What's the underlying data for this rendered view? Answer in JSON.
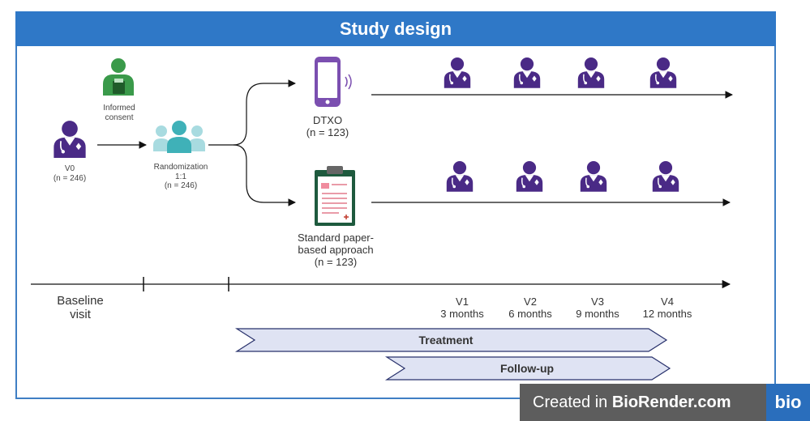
{
  "header": {
    "title": "Study design"
  },
  "consent": {
    "label": "Informed consent"
  },
  "baseline": {
    "label": "V0",
    "n": "(n = 246)"
  },
  "randomization": {
    "label": "Randomization",
    "ratio": "1:1",
    "n": "(n = 246)"
  },
  "arm_dtxo": {
    "label": "DTXO",
    "n": "(n = 123)"
  },
  "arm_paper": {
    "label": "Standard paper-based approach",
    "n": "(n = 123)"
  },
  "timeline": {
    "baseline_label": "Baseline visit",
    "visits": [
      {
        "name": "V1",
        "time": "3 months"
      },
      {
        "name": "V2",
        "time": "6 months"
      },
      {
        "name": "V3",
        "time": "9 months"
      },
      {
        "name": "V4",
        "time": "12 months"
      }
    ]
  },
  "phases": {
    "treatment": "Treatment",
    "followup": "Follow-up"
  },
  "icons": {
    "doctor": "doctor-icon",
    "phone": "phone-icon",
    "clipboard": "clipboard-icon",
    "group": "group-icon",
    "consent": "consent-icon"
  },
  "colors": {
    "header": "#2f78c7",
    "doctor": "#4a2a86",
    "phone": "#7b4fb0",
    "banner": "#dfe3f3",
    "consent": "#3a9a4a",
    "group": "#4ab5bb"
  },
  "watermark": {
    "prefix": "Created in ",
    "brand": "BioRender.com",
    "logo": "bio"
  }
}
